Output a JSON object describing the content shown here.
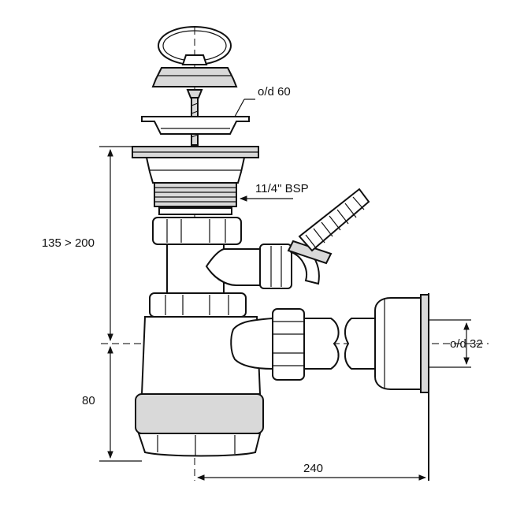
{
  "labels": {
    "waste_diameter": "o/d 60",
    "thread": "11/4\" BSP",
    "height_range": "135 > 200",
    "seal_depth": "80",
    "outlet_diameter": "o/d 32",
    "outlet_offset": "240"
  }
}
